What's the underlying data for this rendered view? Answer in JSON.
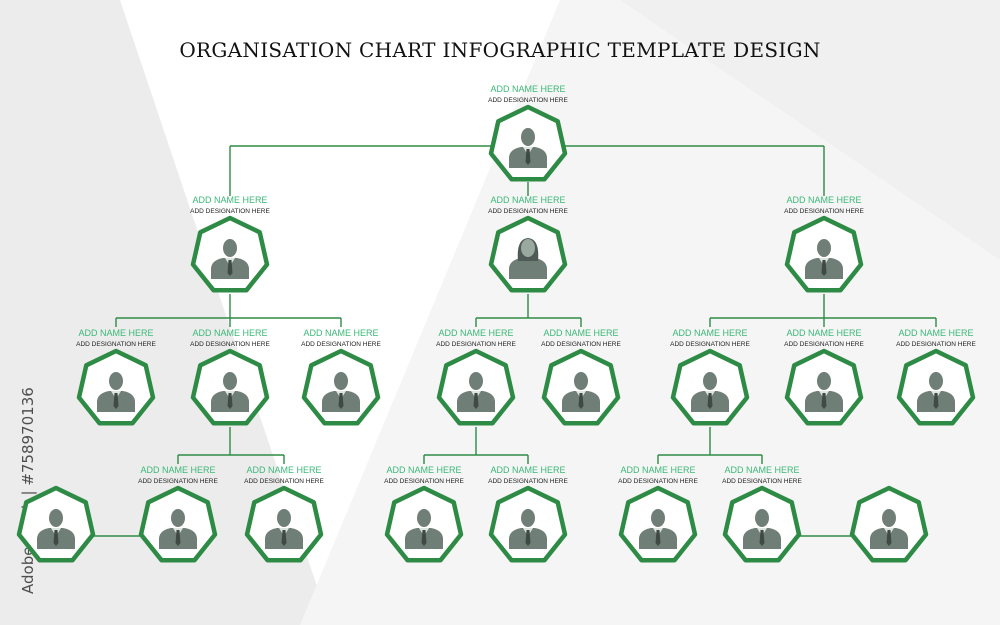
{
  "title": "ORGANISATION CHART INFOGRAPHIC TEMPLATE DESIGN",
  "watermark": "Adobe Stock | #758970136",
  "colors": {
    "accent": "#2e8b45",
    "name_text": "#3cb878",
    "designation_text": "#222222",
    "icon_fill": "#6f7f78",
    "connector": "#2e8b45"
  },
  "nodes": [
    {
      "id": "ceo",
      "name": "ADD NAME HERE",
      "designation": "ADD DESIGNATION HERE",
      "avatar": "male-avatar-icon"
    },
    {
      "id": "m1",
      "name": "ADD NAME HERE",
      "designation": "ADD DESIGNATION HERE",
      "avatar": "male-avatar-icon"
    },
    {
      "id": "m2",
      "name": "ADD NAME HERE",
      "designation": "ADD DESIGNATION HERE",
      "avatar": "female-avatar-icon"
    },
    {
      "id": "m3",
      "name": "ADD NAME HERE",
      "designation": "ADD DESIGNATION HERE",
      "avatar": "male-avatar-icon"
    },
    {
      "id": "l3a",
      "name": "ADD NAME HERE",
      "designation": "ADD DESIGNATION HERE",
      "avatar": "male-avatar-icon"
    },
    {
      "id": "l3b",
      "name": "ADD NAME HERE",
      "designation": "ADD DESIGNATION HERE",
      "avatar": "male-avatar-icon"
    },
    {
      "id": "l3c",
      "name": "ADD NAME HERE",
      "designation": "ADD DESIGNATION HERE",
      "avatar": "male-avatar-icon"
    },
    {
      "id": "l3d",
      "name": "ADD NAME HERE",
      "designation": "ADD DESIGNATION HERE",
      "avatar": "male-avatar-icon"
    },
    {
      "id": "l3e",
      "name": "ADD NAME HERE",
      "designation": "ADD DESIGNATION HERE",
      "avatar": "male-avatar-icon"
    },
    {
      "id": "l3f",
      "name": "ADD NAME HERE",
      "designation": "ADD DESIGNATION HERE",
      "avatar": "male-avatar-icon"
    },
    {
      "id": "l3g",
      "name": "ADD NAME HERE",
      "designation": "ADD DESIGNATION HERE",
      "avatar": "male-avatar-icon"
    },
    {
      "id": "l3h",
      "name": "ADD NAME HERE",
      "designation": "ADD DESIGNATION HERE",
      "avatar": "male-avatar-icon"
    },
    {
      "id": "b0",
      "name": "",
      "designation": "",
      "avatar": "male-avatar-icon"
    },
    {
      "id": "b1",
      "name": "ADD NAME HERE",
      "designation": "ADD DESIGNATION HERE",
      "avatar": "male-avatar-icon"
    },
    {
      "id": "b2",
      "name": "ADD NAME HERE",
      "designation": "ADD DESIGNATION HERE",
      "avatar": "male-avatar-icon"
    },
    {
      "id": "b3",
      "name": "ADD NAME HERE",
      "designation": "ADD DESIGNATION HERE",
      "avatar": "male-avatar-icon"
    },
    {
      "id": "b4",
      "name": "ADD NAME HERE",
      "designation": "ADD DESIGNATION HERE",
      "avatar": "male-avatar-icon"
    },
    {
      "id": "b5",
      "name": "ADD NAME HERE",
      "designation": "ADD DESIGNATION HERE",
      "avatar": "male-avatar-icon"
    },
    {
      "id": "b6",
      "name": "ADD NAME HERE",
      "designation": "ADD DESIGNATION HERE",
      "avatar": "male-avatar-icon"
    },
    {
      "id": "b7",
      "name": "",
      "designation": "",
      "avatar": "male-avatar-icon"
    }
  ]
}
